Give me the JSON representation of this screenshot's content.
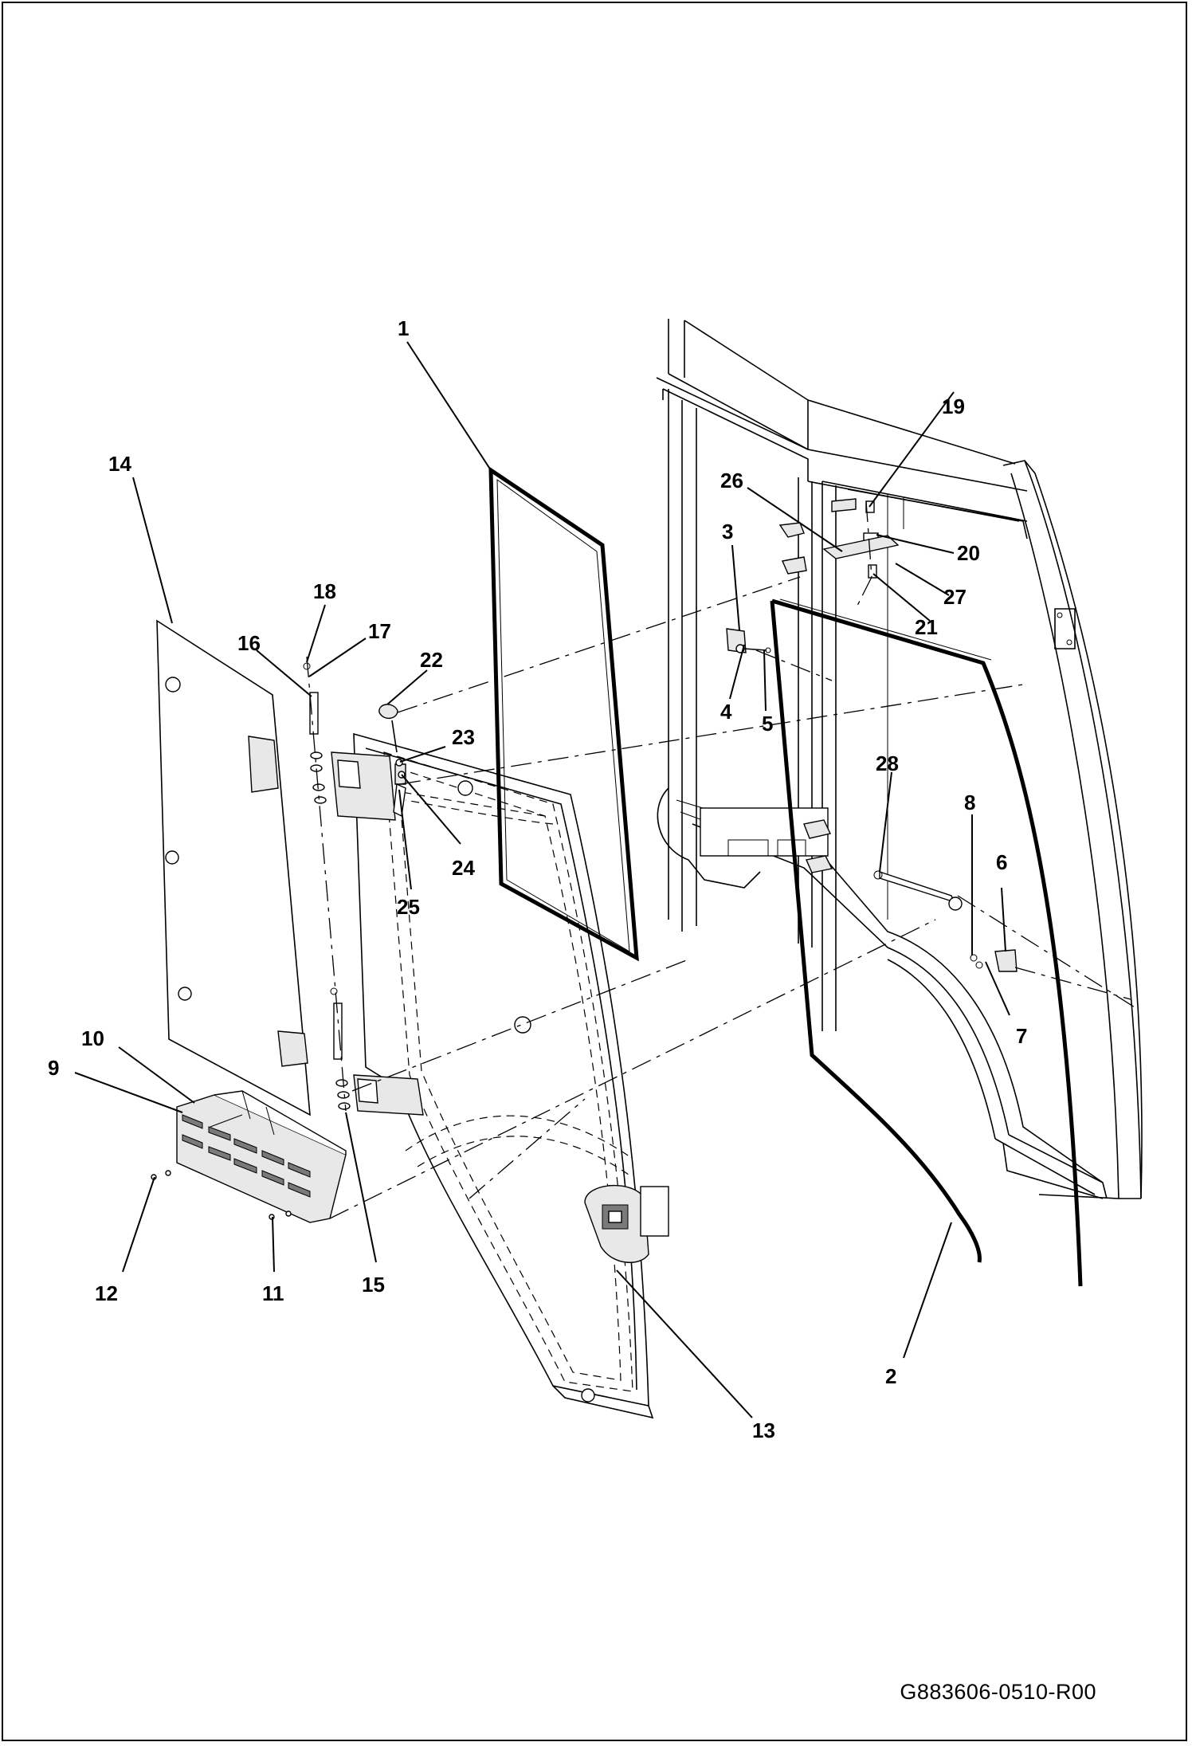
{
  "drawing": {
    "reference_number": "G883606-0510-R00",
    "callouts": [
      "1",
      "2",
      "3",
      "4",
      "5",
      "6",
      "7",
      "8",
      "9",
      "10",
      "11",
      "12",
      "13",
      "14",
      "15",
      "16",
      "17",
      "18",
      "19",
      "20",
      "21",
      "22",
      "23",
      "24",
      "25",
      "26",
      "27",
      "28"
    ]
  }
}
